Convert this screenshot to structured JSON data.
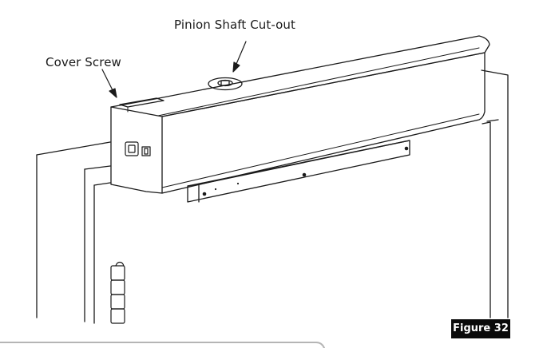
{
  "figure": {
    "tag_label": "Figure 32",
    "callouts": {
      "pinion_shaft": "Pinion Shaft Cut-out",
      "cover_screw": "Cover Screw"
    }
  },
  "colors": {
    "line": "#1a1a1a",
    "tag_background": "#0a0a0a",
    "tag_text": "#ffffff",
    "frame_bottom_rule": "#b5b5b5"
  }
}
